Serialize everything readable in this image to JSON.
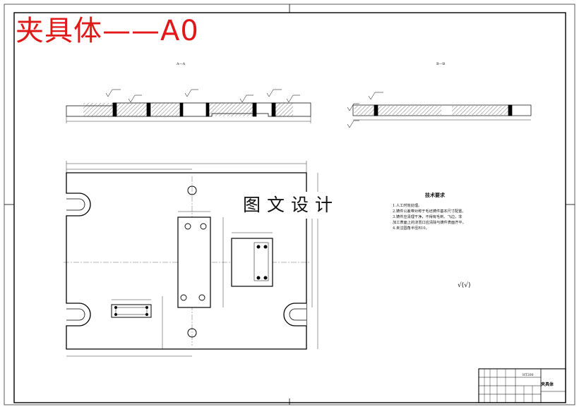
{
  "banner": {
    "text": "夹具体——A0",
    "color": "#e01818"
  },
  "watermark": {
    "text": "图文设计"
  },
  "sections": {
    "a_label": "A—A",
    "b_label": "B—B"
  },
  "tech_requirements": {
    "title": "技术要求",
    "items": [
      "1.人工时效处理。",
      "2.铸件公差带对称于毛坯铸件基本尺寸配置。",
      "3.铸件应清理干净，不得有毛刺、飞边，非",
      "加工表面上的浇冒口应清除与铸件表面齐平。",
      "4.未注圆角半径R10。"
    ]
  },
  "roughness_note": {
    "text": "√(√)"
  },
  "title_block": {
    "material_code": "HT200",
    "part_name": "夹具体"
  }
}
